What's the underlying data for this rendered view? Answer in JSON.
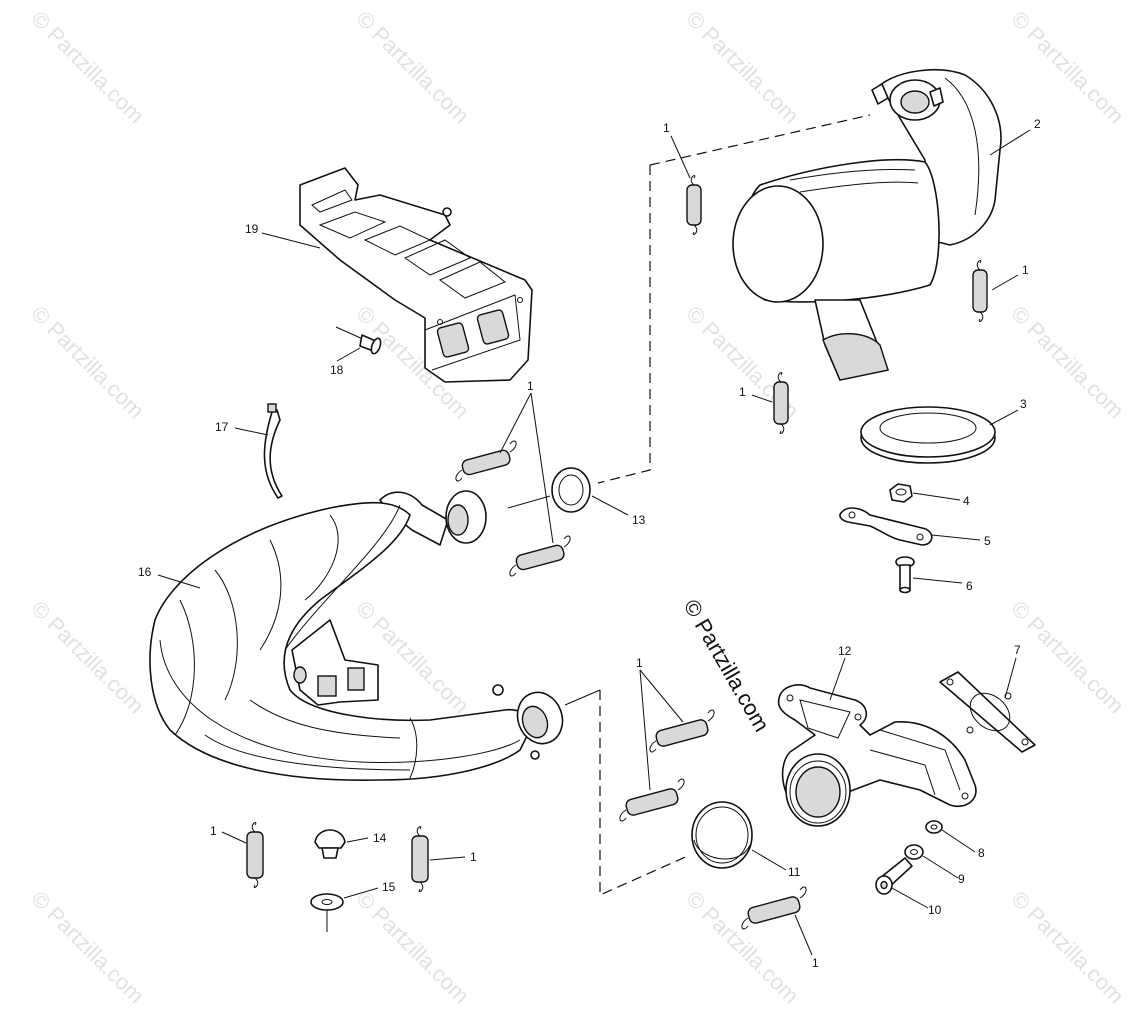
{
  "watermark": {
    "text": "© Partzilla.com",
    "center_text": "© Partzilla.com",
    "color": "#c9c9c9"
  },
  "callouts": {
    "p1": "1",
    "p2": "2",
    "p3": "3",
    "p4": "4",
    "p5": "5",
    "p6": "6",
    "p7": "7",
    "p8": "8",
    "p9": "9",
    "p10": "10",
    "p11": "11",
    "p12": "12",
    "p13": "13",
    "p14": "14",
    "p15": "15",
    "p16": "16",
    "p17": "17",
    "p18": "18",
    "p19": "19"
  },
  "colors": {
    "line": "#111111",
    "shade": "#d9d9d9",
    "background": "#ffffff"
  }
}
